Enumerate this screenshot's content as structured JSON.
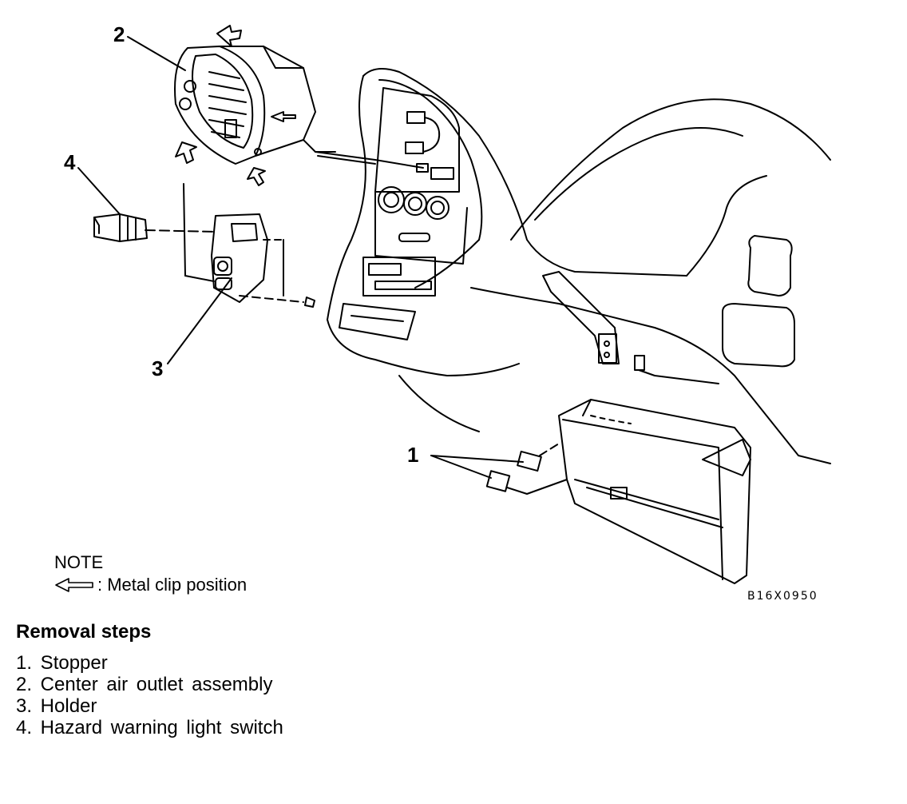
{
  "callouts": {
    "c1": "1",
    "c2": "2",
    "c3": "3",
    "c4": "4"
  },
  "drawing_code": "B16X0950",
  "note": {
    "title": "NOTE",
    "legend_symbol": "open-arrow-icon",
    "legend_text": ": Metal clip position"
  },
  "removal": {
    "heading": "Removal steps",
    "steps": [
      "1. Stopper",
      "2. Center air outlet assembly",
      "3. Holder",
      "4. Hazard warning light switch"
    ]
  }
}
